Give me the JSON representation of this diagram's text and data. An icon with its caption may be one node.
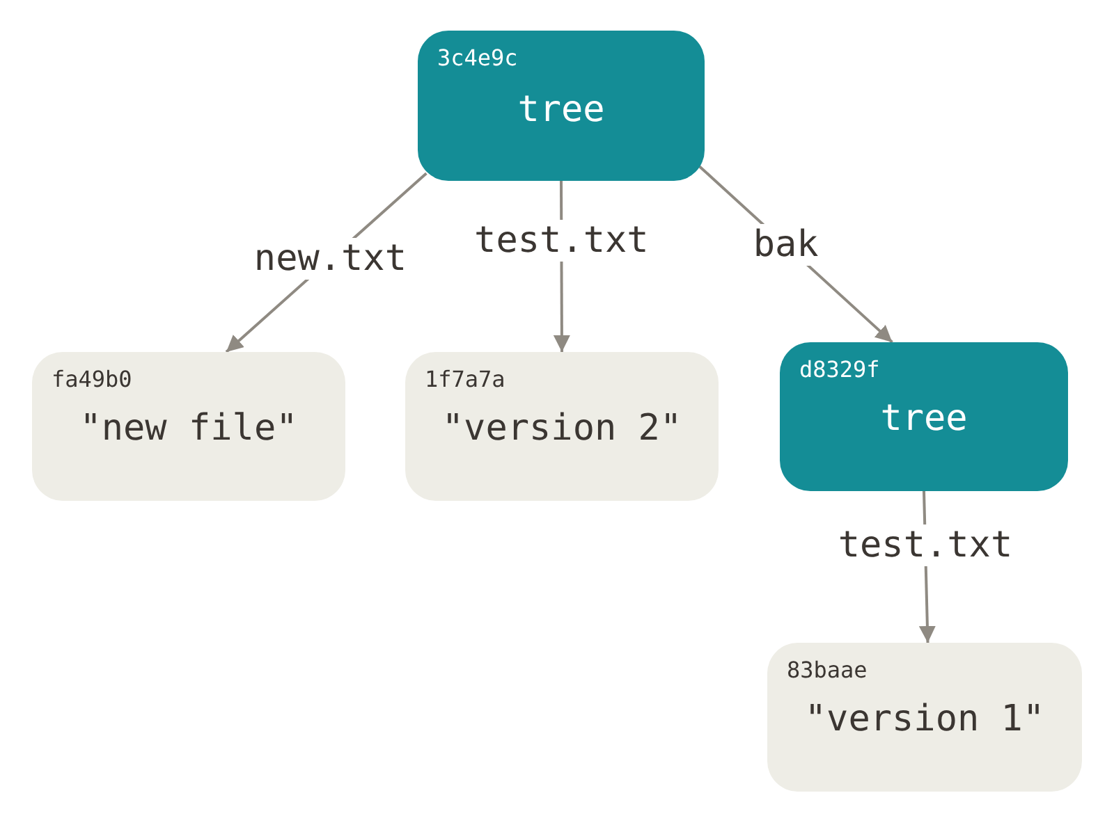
{
  "diagram": {
    "nodes": [
      {
        "text": [
          "3c4e9c",
          "tree"
        ]
      },
      {
        "text": [
          "fa49b0",
          "\"new file\""
        ]
      },
      {
        "text": [
          "1f7a7a",
          "\"version 2\""
        ]
      },
      {
        "text": [
          "d8329f",
          "tree"
        ]
      },
      {
        "text": [
          "83baae",
          "\"version 1\""
        ]
      }
    ],
    "edges": [
      {
        "from": 0,
        "to": 1,
        "arrow": "to",
        "label": "new.txt"
      },
      {
        "from": 0,
        "to": 2,
        "arrow": "to",
        "label": "test.txt"
      },
      {
        "from": 0,
        "to": 3,
        "arrow": "to",
        "label": "bak"
      },
      {
        "from": 3,
        "to": 4,
        "arrow": "to",
        "label": "test.txt"
      }
    ]
  }
}
